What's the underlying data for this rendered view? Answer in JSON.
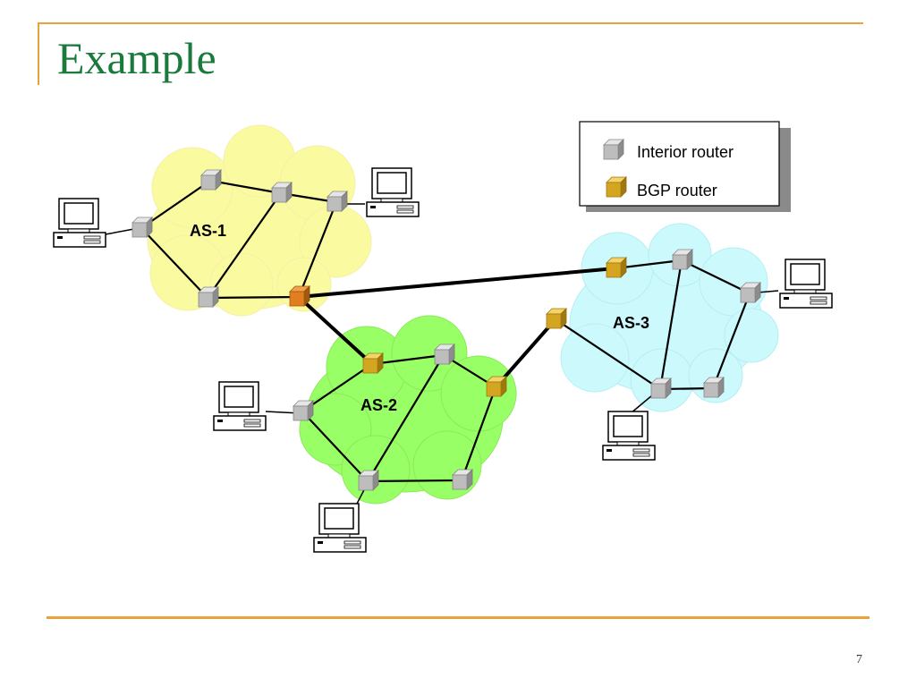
{
  "slide": {
    "title": "Example",
    "page_number": "7"
  },
  "legend": {
    "interior_label": "Interior router",
    "bgp_label": "BGP router"
  },
  "autonomous_systems": [
    {
      "label": "AS-1",
      "color": "#fafaa0"
    },
    {
      "label": "AS-2",
      "color": "#99ff66"
    },
    {
      "label": "AS-3",
      "color": "#ccf9fc"
    }
  ],
  "colors": {
    "accent_rule": "#e8a33a",
    "title_text": "#1a7a3c",
    "interior_router": "#b8b8b8",
    "bgp_router": "#d4a017"
  },
  "icons": [
    "interior-router-icon",
    "bgp-router-icon",
    "computer-icon"
  ]
}
